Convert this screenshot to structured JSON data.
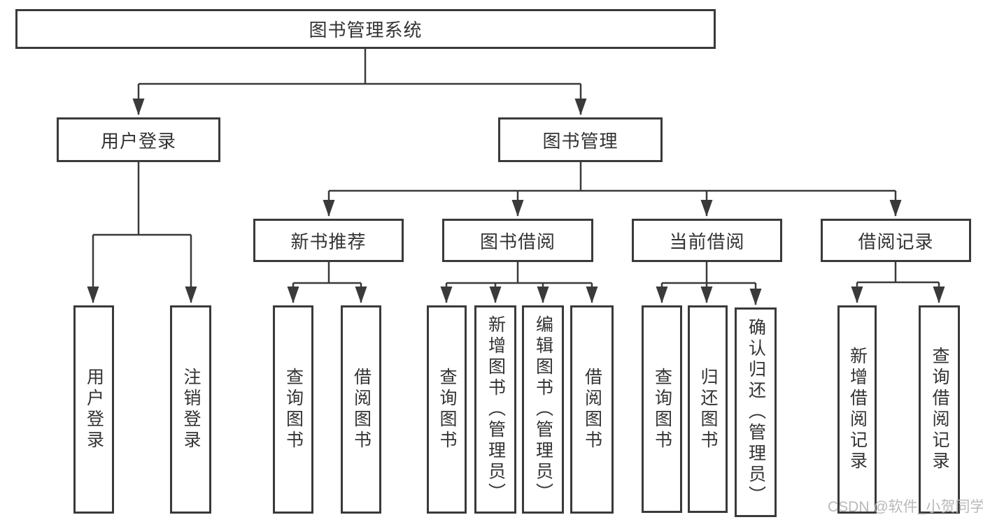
{
  "root": {
    "label": "图书管理系统"
  },
  "branches": [
    {
      "label": "用户登录",
      "children": [
        {
          "label": "用户登录"
        },
        {
          "label": "注销登录"
        }
      ]
    },
    {
      "label": "图书管理",
      "sections": [
        {
          "label": "新书推荐",
          "children": [
            {
              "label": "查询图书"
            },
            {
              "label": "借阅图书"
            }
          ]
        },
        {
          "label": "图书借阅",
          "children": [
            {
              "label": "查询图书"
            },
            {
              "label": "新增图书（管理员）"
            },
            {
              "label": "编辑图书（管理员）"
            },
            {
              "label": "借阅图书"
            }
          ]
        },
        {
          "label": "当前借阅",
          "children": [
            {
              "label": "查询图书"
            },
            {
              "label": "归还图书"
            },
            {
              "label": "确认归还（管理员）"
            }
          ]
        },
        {
          "label": "借阅记录",
          "children": [
            {
              "label": "新增借阅记录"
            },
            {
              "label": "查询借阅记录"
            }
          ]
        }
      ]
    }
  ],
  "watermark": "CSDN @软件_小贺同学",
  "colors": {
    "line": "#3a3a3a",
    "text": "#333333",
    "watermark": "#b9b9b9",
    "background": "#ffffff"
  }
}
